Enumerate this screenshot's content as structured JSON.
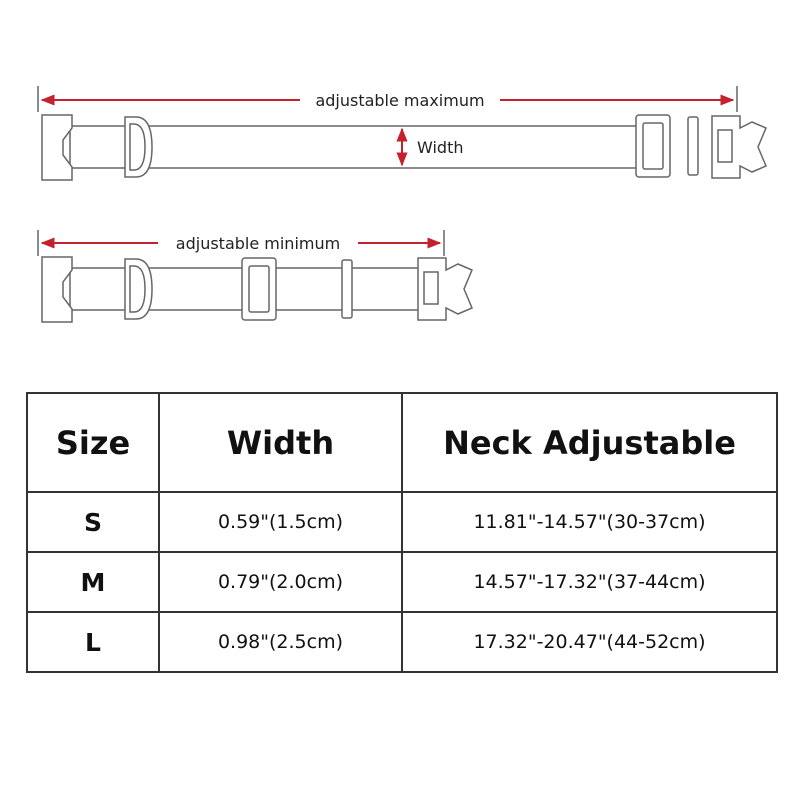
{
  "diagram": {
    "max_label": "adjustable maximum",
    "width_label": "Width",
    "min_label": "adjustable minimum",
    "arrow_color": "#c4202e",
    "line_color": "#666666"
  },
  "table": {
    "headers": [
      "Size",
      "Width",
      "Neck Adjustable"
    ],
    "rows": [
      {
        "size": "S",
        "width": "0.59\"(1.5cm)",
        "neck": "11.81\"-14.57\"(30-37cm)"
      },
      {
        "size": "M",
        "width": "0.79\"(2.0cm)",
        "neck": "14.57\"-17.32\"(37-44cm)"
      },
      {
        "size": "L",
        "width": "0.98\"(2.5cm)",
        "neck": "17.32\"-20.47\"(44-52cm)"
      }
    ]
  }
}
